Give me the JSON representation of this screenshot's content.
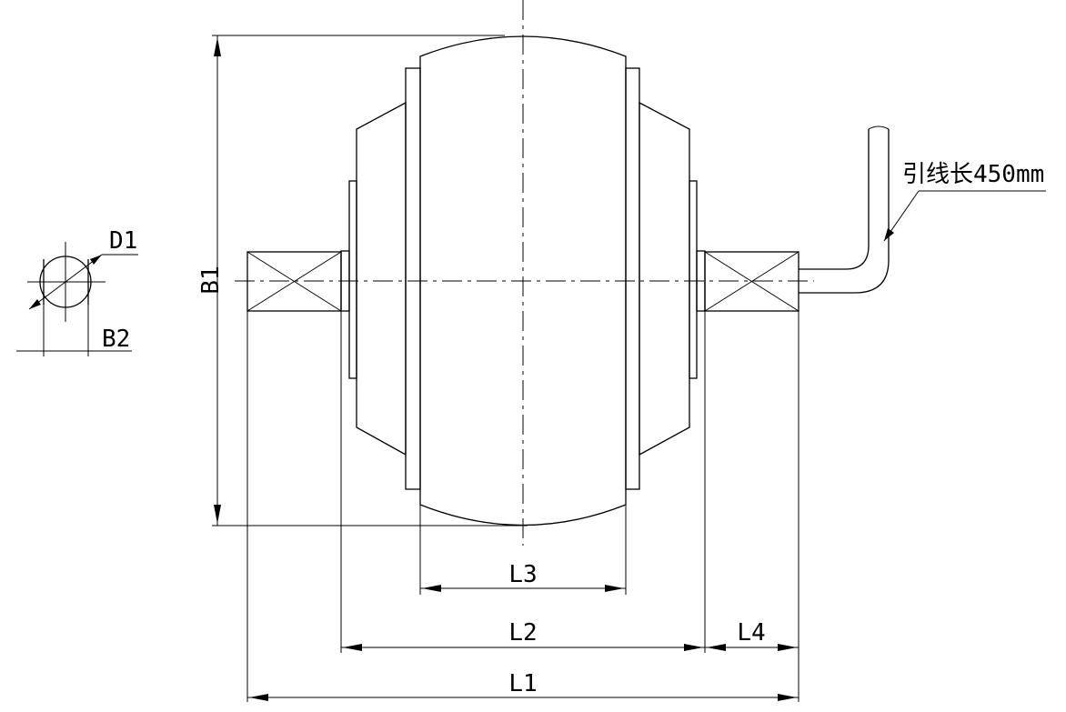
{
  "labels": {
    "d1": "D1",
    "b2": "B2",
    "b1": "B1",
    "l1": "L1",
    "l2": "L2",
    "l3": "L3",
    "l4": "L4",
    "lead_note": "引线长450mm"
  }
}
